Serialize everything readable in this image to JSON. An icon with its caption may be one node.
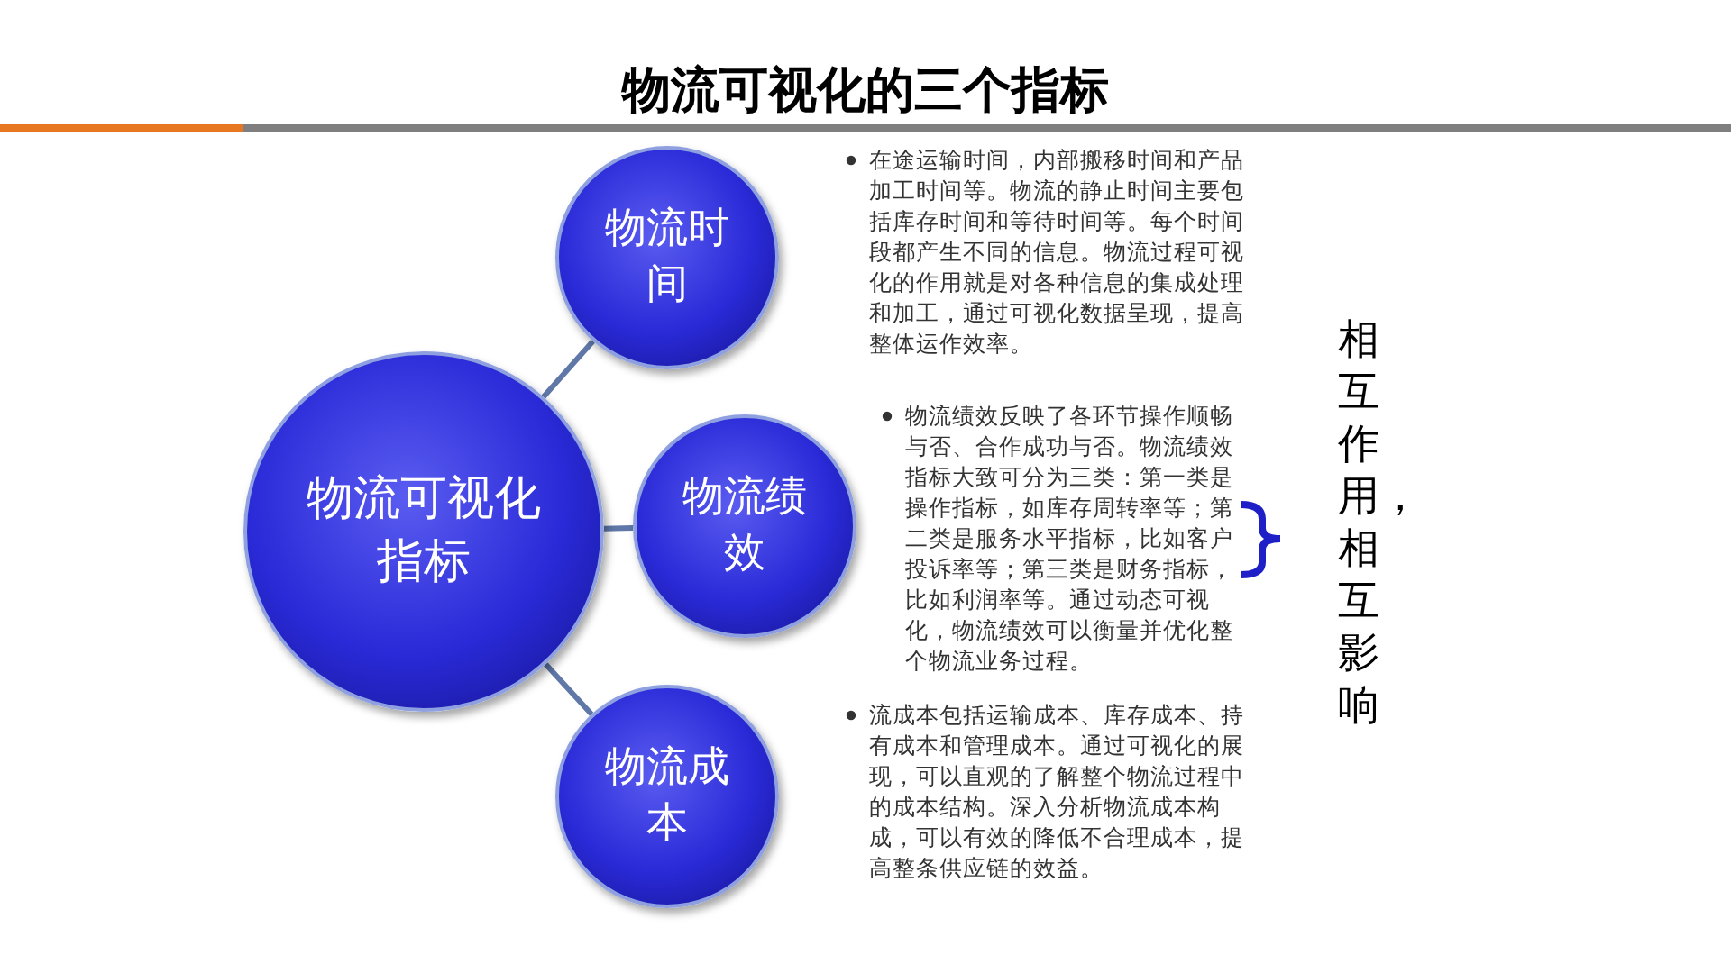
{
  "diagram": {
    "title": "物流可视化的三个指标",
    "nodes": [
      {
        "text": [
          "物流可视化指标"
        ]
      },
      {
        "text": [
          "物流时间"
        ],
        "beside": [
          "在途运输时间，内部搬移时间和产品加工时间等。物流的静止时间主要包括库存时间和等待时间等。每个时间段都产生不同的信息。物流过程可视化的作用就是对各种信息的集成处理和加工，通过可视化数据呈现，提高整体运作效率。"
        ]
      },
      {
        "text": [
          "物流绩效"
        ],
        "beside": [
          "物流绩效反映了各环节操作顺畅与否、合作成功与否。物流绩效指标大致可分为三类：第一类是操作指标，如库存周转率等；第二类是服务水平指标，比如客户投诉率等；第三类是财务指标，比如利润率等。通过动态可视化，物流绩效可以衡量并优化整个物流业务过程。"
        ]
      },
      {
        "text": [
          "物流成本"
        ],
        "beside": [
          "流成本包括运输成本、库存成本、持有成本和管理成本。通过可视化的展现，可以直观的了解整个物流过程中的成本结构。深入分析物流成本构成，可以有效的降低不合理成本，提高整条供应链的效益。"
        ]
      }
    ],
    "edges": [
      {
        "from": 0,
        "to": 1,
        "arrow": "none"
      },
      {
        "from": 0,
        "to": 2,
        "arrow": "none"
      },
      {
        "from": 0,
        "to": 3,
        "arrow": "none"
      }
    ],
    "labels": [
      "相互作用，相互影响"
    ]
  }
}
